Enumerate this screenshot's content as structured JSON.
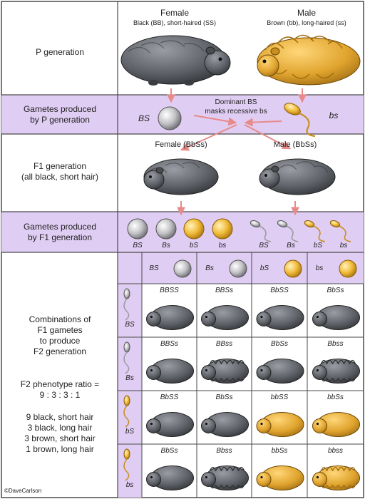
{
  "rows": {
    "p": "P generation",
    "gametes_p": [
      "Gametes produced",
      "by P generation"
    ],
    "f1": [
      "F1 generation",
      "(all black, short hair)"
    ],
    "gametes_f1": [
      "Gametes produced",
      "by F1 generation"
    ],
    "combo": [
      "Combinations of",
      "F1 gametes",
      "to produce",
      "F2 generation"
    ],
    "ratio_title": "F2 phenotype ratio =",
    "ratio": "9 : 3 : 3 : 1",
    "ratio_lines": [
      "9 black, short hair",
      "3 black, long hair",
      "3 brown, short hair",
      "1 brown, long hair"
    ]
  },
  "parents": {
    "female": "Female",
    "female_desc": "Black (BB), short-haired (SS)",
    "male": "Male",
    "male_desc": "Brown (bb), long-haired (ss)"
  },
  "p_gametes": {
    "egg": "BS",
    "sperm": "bs",
    "note": [
      "Dominant BS",
      "masks recessive bs"
    ]
  },
  "f1": {
    "female": "Female (BbSs)",
    "male": "Male (BbSs)"
  },
  "f1_gametes": {
    "eggs": [
      "BS",
      "Bs",
      "bS",
      "bs"
    ],
    "sperm": [
      "BS",
      "Bs",
      "bS",
      "bs"
    ]
  },
  "grid": {
    "cols": [
      "BS",
      "Bs",
      "bS",
      "bs"
    ],
    "rows": [
      "BS",
      "Bs",
      "bS",
      "bs"
    ],
    "cells": [
      [
        "BBSS",
        "BBSs",
        "BbSS",
        "BbSs"
      ],
      [
        "BBSs",
        "BBss",
        "BbSs",
        "Bbss"
      ],
      [
        "BbSS",
        "BbSs",
        "bbSS",
        "bbSs"
      ],
      [
        "BbSs",
        "Bbss",
        "bbSs",
        "bbss"
      ]
    ]
  },
  "credit": "©DaveCarlson",
  "colors": {
    "band": "#e0cdf3",
    "border": "#4a4a4a",
    "arrow": "#e88a8a",
    "black_fur": "#5d6066",
    "brown_fur": "#e0a42e"
  }
}
